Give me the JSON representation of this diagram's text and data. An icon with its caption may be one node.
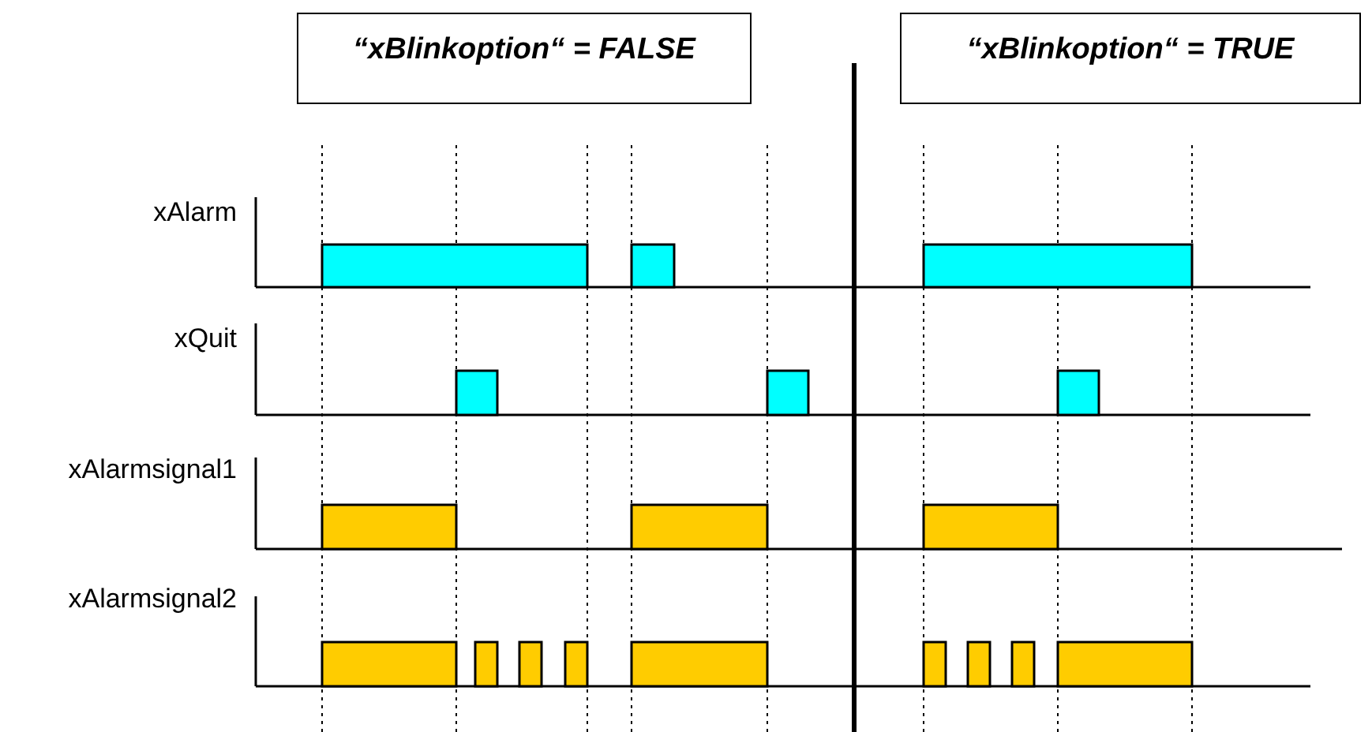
{
  "diagram": {
    "nodes": [
      {
        "text": [
          "“xBlinkoption“ = FALSE"
        ]
      },
      {
        "text": [
          "“xBlinkoption“ = TRUE"
        ]
      }
    ],
    "labels": [
      "xAlarm",
      "xQuit",
      "xAlarmsignal1",
      "xAlarmsignal2"
    ]
  }
}
